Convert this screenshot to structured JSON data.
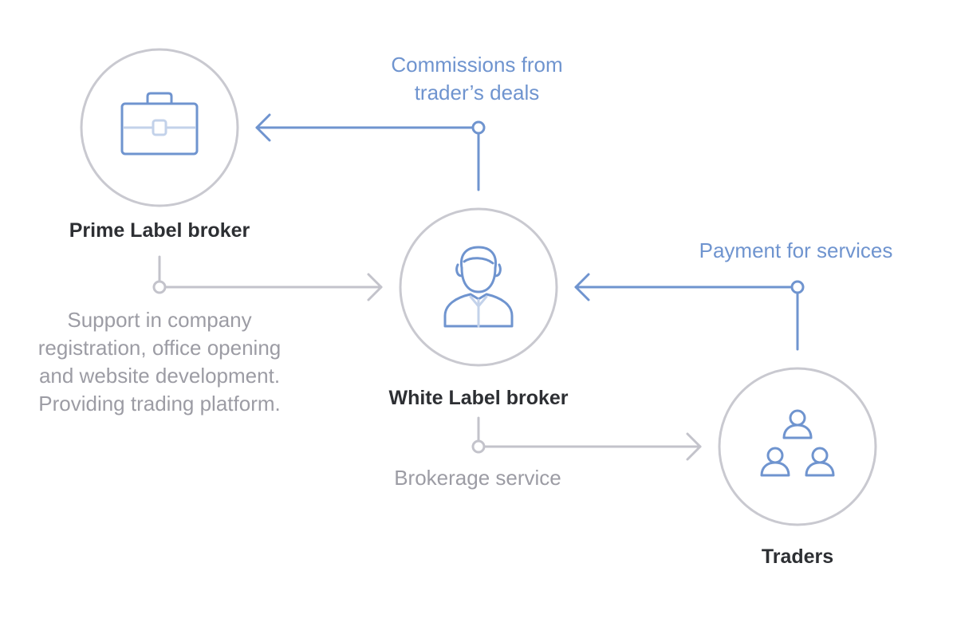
{
  "nodes": {
    "prime": {
      "title": "Prime Label broker",
      "icon": "briefcase-icon"
    },
    "white": {
      "title": "White Label broker",
      "icon": "broker-person-icon"
    },
    "traders": {
      "title": "Traders",
      "icon": "traders-group-icon"
    }
  },
  "flows": {
    "commissions": {
      "lines": [
        "Commissions from",
        "trader’s deals"
      ]
    },
    "payment": {
      "lines": [
        "Payment for services"
      ]
    },
    "support": {
      "lines": [
        "Support in company",
        "registration, office opening",
        "and website development.",
        "Providing trading platform."
      ]
    },
    "brokerage": {
      "lines": [
        "Brokerage service"
      ]
    }
  },
  "colors": {
    "blue": "#6f94cf",
    "gray": "#c3c3cb",
    "gray_text": "#9c9ca4",
    "dark_text": "#2d2f33"
  }
}
